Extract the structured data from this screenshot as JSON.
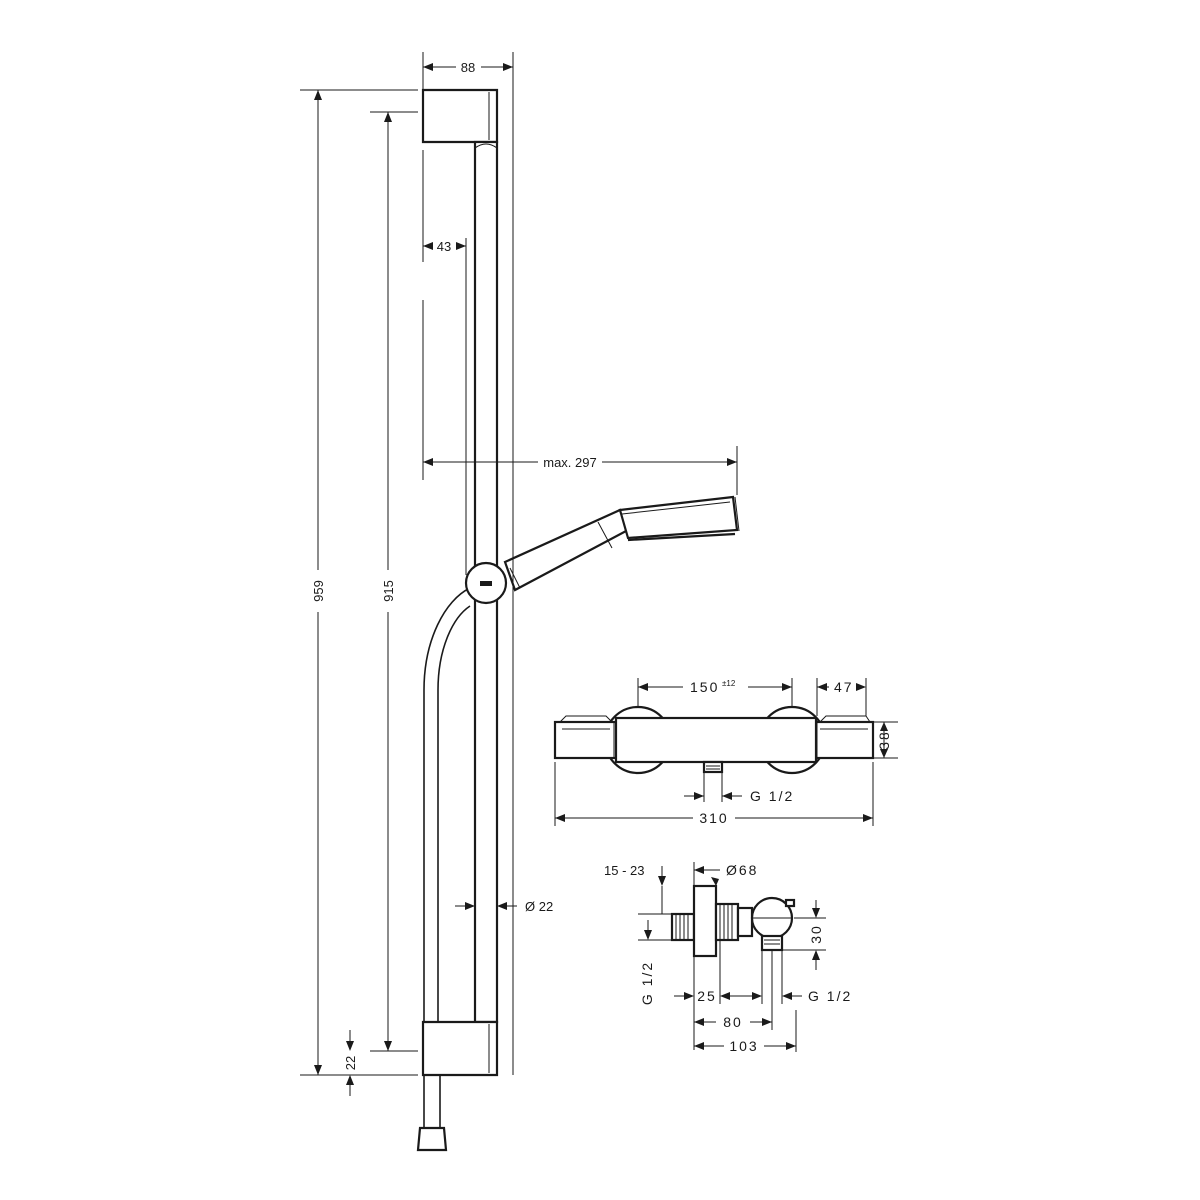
{
  "shower_rail": {
    "width": "88",
    "total_height": "959",
    "rail_length": "915",
    "bracket_offset": "43",
    "max_reach": "max. 297",
    "rail_diameter": "Ø 22",
    "bottom_offset": "22"
  },
  "thermostat_front": {
    "center_distance": "150",
    "tolerance": "±12",
    "cap_width": "47",
    "height": "38",
    "outlet_thread": "G 1/2",
    "total_width": "310"
  },
  "thermostat_side": {
    "wall_range": "15 - 23",
    "rosette_diameter": "Ø68",
    "inlet_thread": "G 1/2",
    "dist_25": "25",
    "outlet_thread": "G 1/2",
    "height_30": "30",
    "dist_80": "80",
    "dist_103": "103"
  }
}
